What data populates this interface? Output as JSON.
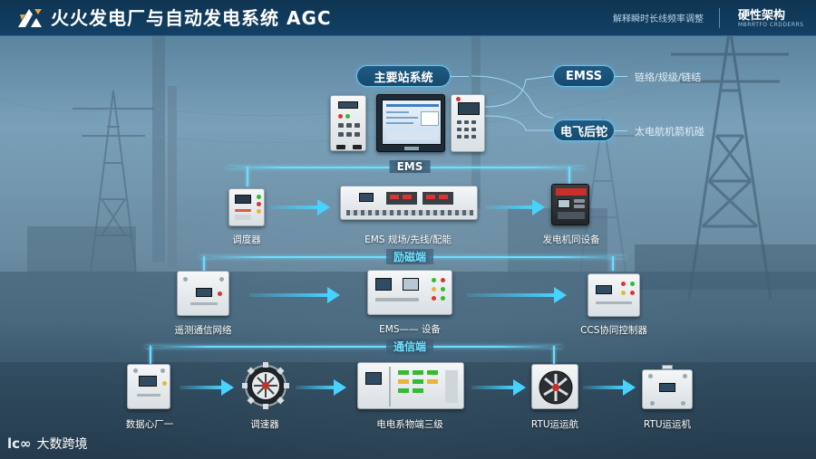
{
  "header": {
    "title": "火火发电厂与自动发电系统 AGC",
    "subtitle": "解释瞬时长线频率调整",
    "brand": "硬性架构",
    "brand_sub": "MBRRTFO CRDDERRS"
  },
  "top": {
    "main_station": "主要站系统",
    "emss": "EMSS",
    "emss_desc": "链络/规级/链结",
    "aftertrack": "电飞后铊",
    "aftertrack_desc": "太电航机箭机碰",
    "ems": "EMS"
  },
  "row1": {
    "dispatcher": "调度器",
    "ems_device": "EMS 规场/先线/配能",
    "generator_device": "发电机同设备"
  },
  "row2": {
    "section": "励磁端",
    "comm_network": "遥测通信网络",
    "ems_equipment": "EMS—— 设备",
    "ccs_controller": "CCS协同控制器"
  },
  "row3": {
    "section": "通信端",
    "data_center": "数据心厂一",
    "governor": "调速器",
    "tertiary": "电电系物端三级",
    "rtu_channel": "RTU运运航",
    "rtu_machine": "RTU运运机"
  },
  "footer": {
    "logo_mark": "lc∞",
    "logo_text": "大数跨境"
  },
  "colors": {
    "header_bg": "#124064",
    "accent": "#47d2ff",
    "pill_border": "#6cc3ee"
  }
}
